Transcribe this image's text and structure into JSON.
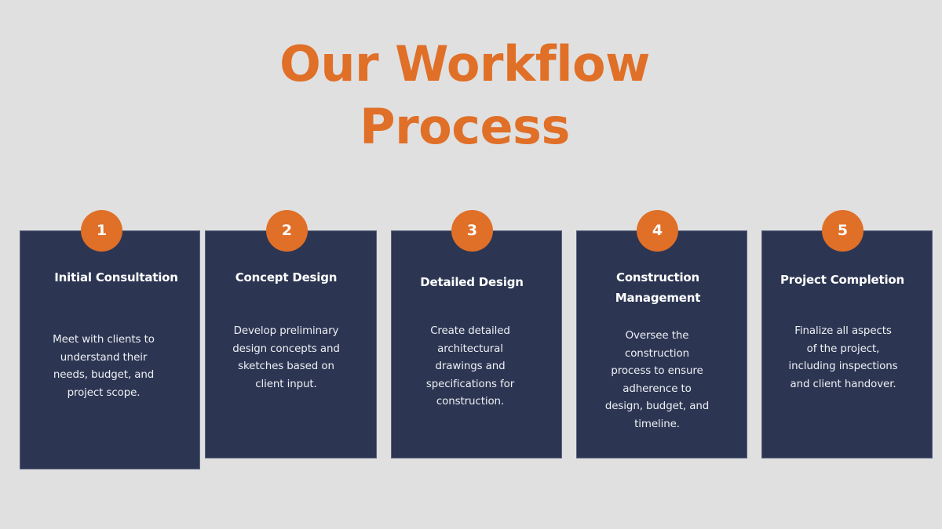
{
  "page": {
    "title_line1": "Our Workflow",
    "title_line2": "Process"
  },
  "colors": {
    "background": "#e0e0e0",
    "accent_orange": "#e06f27",
    "card_navy": "#2c3652",
    "text_white": "#ffffff"
  },
  "steps": [
    {
      "number": "1",
      "title": "Initial Consultation",
      "description": "Meet with clients to understand their needs, budget, and project scope."
    },
    {
      "number": "2",
      "title": "Concept Design",
      "description": "Develop preliminary design concepts and sketches based on client input."
    },
    {
      "number": "3",
      "title": "Detailed Design",
      "description": "Create detailed architectural drawings and specifications for construction."
    },
    {
      "number": "4",
      "title": "Construction Management",
      "description": "Oversee the construction process to ensure adherence to design, budget, and timeline."
    },
    {
      "number": "5",
      "title": "Project Completion",
      "description": "Finalize all aspects of the project, including inspections and client handover."
    }
  ]
}
